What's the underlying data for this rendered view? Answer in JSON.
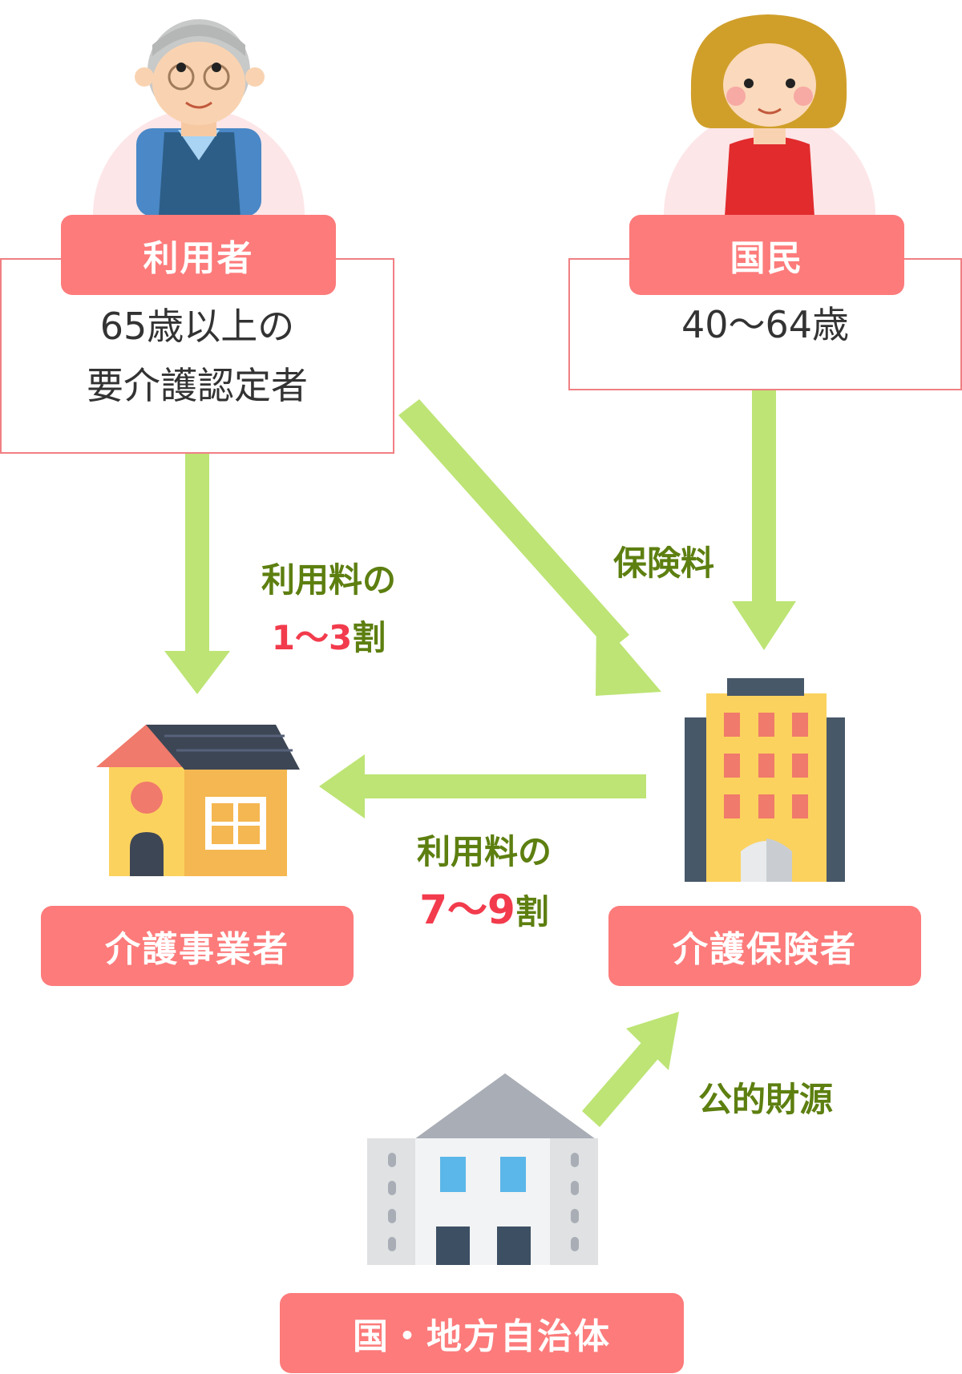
{
  "nodes": {
    "user": {
      "label": "利用者",
      "desc_line1": "65歳以上の",
      "desc_line2": "要介護認定者"
    },
    "citizen": {
      "label": "国民",
      "desc": "40〜64歳"
    },
    "provider": {
      "label": "介護事業者"
    },
    "insurer": {
      "label": "介護保険者"
    },
    "government": {
      "label": "国・地方自治体"
    }
  },
  "flows": {
    "user_to_provider": {
      "line1": "利用料の",
      "highlight": "1〜3",
      "suffix": "割"
    },
    "to_insurer": {
      "label": "保険料"
    },
    "insurer_to_provider": {
      "line1": "利用料の",
      "highlight": "7〜9",
      "suffix": "割"
    },
    "gov_to_insurer": {
      "label": "公的財源"
    }
  },
  "colors": {
    "pill": "#fd7b7b",
    "arrow": "#bde475",
    "flow_text": "#5d7f10",
    "highlight": "#f23b4c"
  }
}
